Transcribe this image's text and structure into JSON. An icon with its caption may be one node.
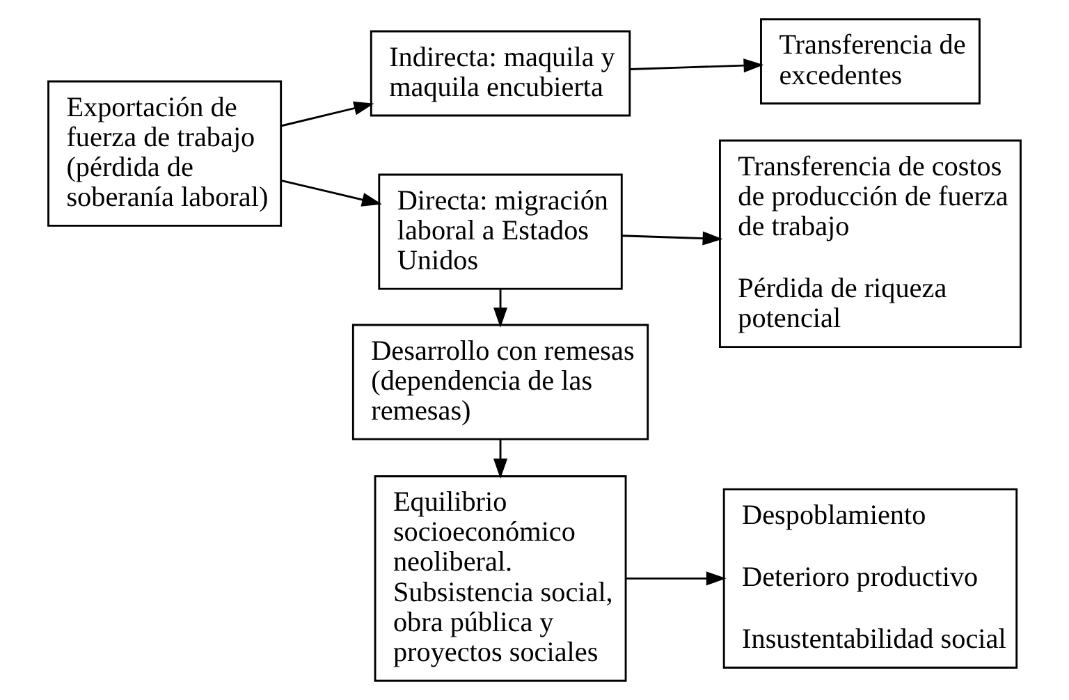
{
  "diagram": {
    "nodes": [
      {
        "text": [
          "Exportación de fuerza de trabajo (pérdida de soberanía laboral)"
        ]
      },
      {
        "text": [
          "Indirecta: maquila y maquila encubierta"
        ]
      },
      {
        "text": [
          "Transferencia de excedentes"
        ]
      },
      {
        "text": [
          "Directa: migración laboral a Estados Unidos"
        ]
      },
      {
        "text": [
          "Transferencia de costos de producción de fuerza de trabajo",
          "Pérdida de riqueza potencial"
        ]
      },
      {
        "text": [
          "Desarrollo con remesas (dependencia de las remesas)"
        ]
      },
      {
        "text": [
          "Equilibrio socioeconómico neoliberal. Subsistencia social, obra pública y proyectos sociales"
        ]
      },
      {
        "text": [
          "Despoblamiento",
          "Deterioro productivo",
          "Insustentabilidad social"
        ]
      }
    ],
    "edges": [
      {
        "from": 0,
        "to": 1,
        "arrow": "to"
      },
      {
        "from": 0,
        "to": 3,
        "arrow": "to"
      },
      {
        "from": 1,
        "to": 2,
        "arrow": "to"
      },
      {
        "from": 3,
        "to": 4,
        "arrow": "to"
      },
      {
        "from": 3,
        "to": 5,
        "arrow": "to"
      },
      {
        "from": 5,
        "to": 6,
        "arrow": "to"
      },
      {
        "from": 6,
        "to": 7,
        "arrow": "to"
      }
    ]
  }
}
